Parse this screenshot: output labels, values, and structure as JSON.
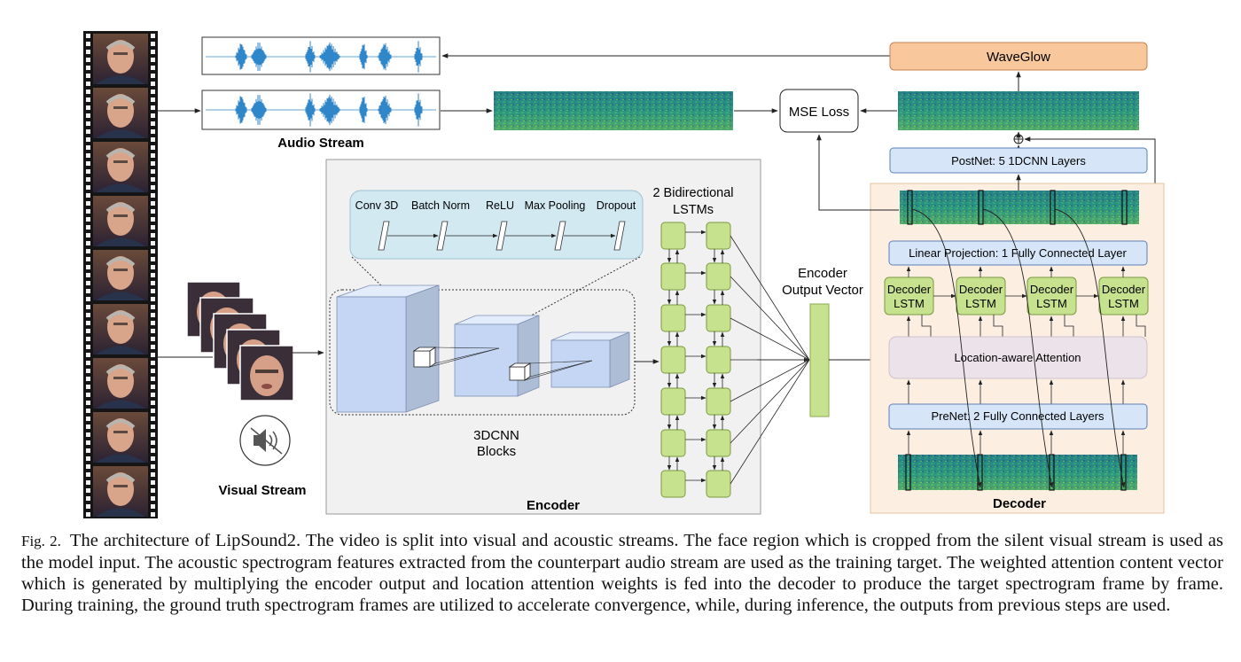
{
  "figure": {
    "audio_stream_label": "Audio Stream",
    "visual_stream_label": "Visual Stream",
    "waveglow_label": "WaveGlow",
    "mse_loss_label": "MSE Loss",
    "postnet_label": "PostNet: 5 1DCNN Layers",
    "encoder": {
      "title": "Encoder",
      "cnn_ops": [
        "Conv 3D",
        "Batch Norm",
        "ReLU",
        "Max Pooling",
        "Dropout"
      ],
      "cnn_blocks_label_line1": "3DCNN",
      "cnn_blocks_label_line2": "Blocks",
      "lstm_label_line1": "2 Bidirectional",
      "lstm_label_line2": "LSTMs"
    },
    "encoder_output_line1": "Encoder",
    "encoder_output_line2": "Output Vector",
    "decoder": {
      "title": "Decoder",
      "linear_projection_label": "Linear Projection: 1 Fully Connected Layer",
      "decoder_lstm_line1": "Decoder",
      "decoder_lstm_line2": "LSTM",
      "attention_label": "Location-aware Attention",
      "prenet_label": "PreNet: 2 Fully Connected Layers"
    },
    "colors": {
      "waveglow_fill": "#f8c79b",
      "blue_box_fill": "#d6e6f8",
      "lstm_fill": "#c6e28f",
      "attention_fill": "#ece3ea",
      "decoder_bg": "#fcefe2",
      "encoder_bg": "#f1f1f1",
      "cnn_ops_fill": "#d2e9f1",
      "waveform": "#2f86c8",
      "spectrogram": "#2a9d7c"
    }
  },
  "caption": {
    "label": "Fig. 2.",
    "text": "The architecture of LipSound2. The video is split into visual and acoustic streams. The face region which is cropped from the silent visual stream is used as the model input. The acoustic spectrogram features extracted from the counterpart audio stream are used as the training target. The weighted attention content vector which is generated by multiplying the encoder output and location attention weights is fed into the decoder to produce the target spectrogram frame by frame. During training, the ground truth spectrogram frames are utilized to accelerate convergence, while, during inference, the outputs from previous steps are used."
  }
}
